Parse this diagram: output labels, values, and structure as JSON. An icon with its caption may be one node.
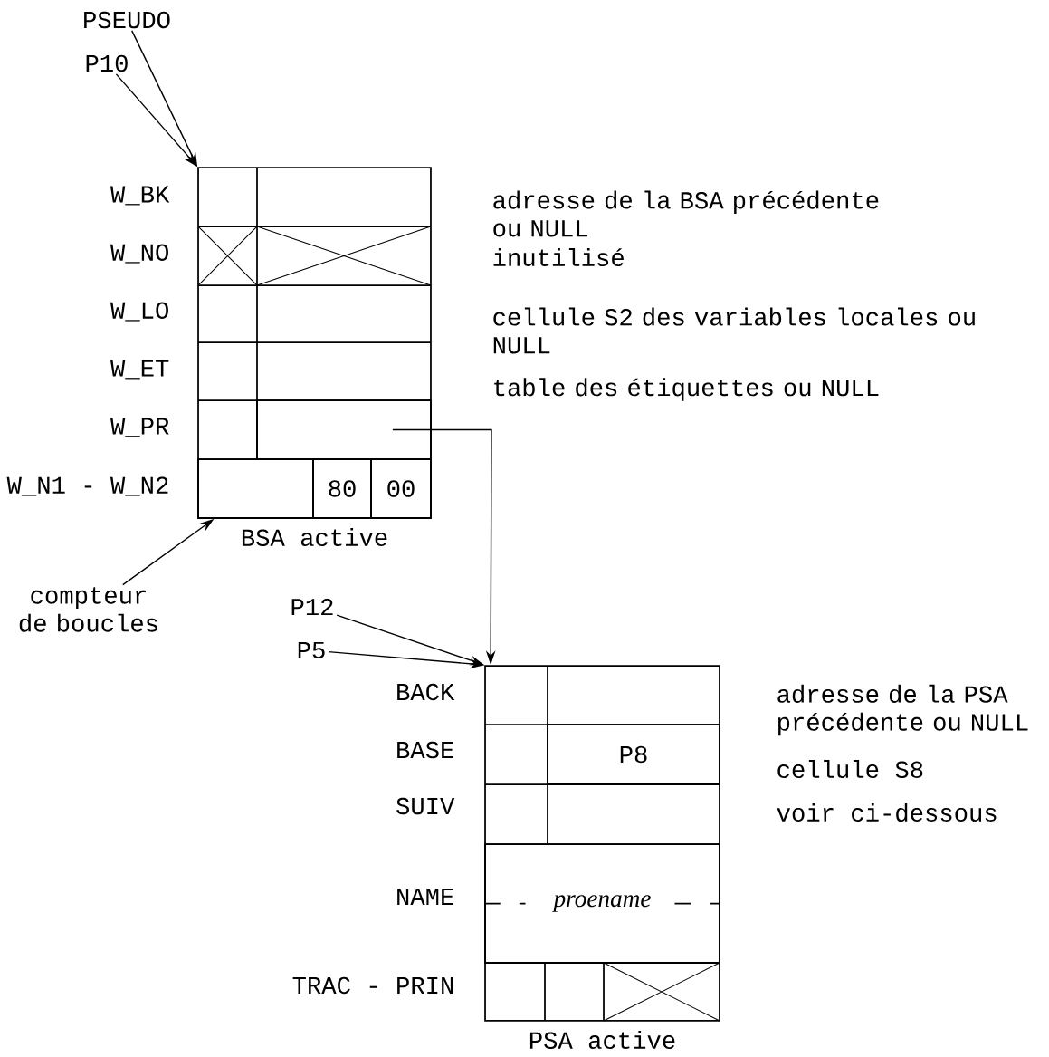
{
  "diagram": {
    "nodes": [
      {
        "text": [
          "PSEUDO"
        ]
      },
      {
        "text": [
          "P10"
        ]
      },
      {
        "text": [
          "BSA active"
        ]
      },
      {
        "text": [],
        "shape": "box",
        "in": 2
      },
      {
        "text": [],
        "shape": "box",
        "in": 2
      },
      {
        "text": [
          "80"
        ],
        "in": 2
      },
      {
        "text": [
          "00"
        ],
        "in": 2
      },
      {
        "text": [
          "compteur de boucles"
        ]
      },
      {
        "text": [
          "P12"
        ]
      },
      {
        "text": [
          "P5"
        ]
      },
      {
        "text": [
          "PSA active"
        ]
      },
      {
        "text": [
          "P8"
        ],
        "in": 10
      },
      {
        "text": [
          "proename"
        ],
        "in": 10
      }
    ],
    "edges": [
      {
        "from": 0,
        "to": 2,
        "arrow": "to"
      },
      {
        "from": 1,
        "to": 2,
        "arrow": "to"
      },
      {
        "from": 7,
        "to": 4,
        "arrow": "to"
      },
      {
        "from": 3,
        "to": 10,
        "arrow": "to"
      },
      {
        "from": 8,
        "to": 10,
        "arrow": "to"
      },
      {
        "from": 9,
        "to": 10,
        "arrow": "to"
      }
    ],
    "labels": [
      "W_BK",
      "adresse de la BSA précédente ou NULL",
      "W_NO",
      "inutilisé",
      "W_LO",
      "cellule S2 des variables locales ou NULL",
      "W_ET",
      "table des étiquettes ou NULL",
      "W_PR",
      "W_N1 - W_N2",
      "BACK",
      "adresse de la PSA précédente ou NULL",
      "BASE",
      "cellule S8",
      "SUIV",
      "voir ci-dessous",
      "NAME",
      "TRAC - PRIN"
    ]
  }
}
